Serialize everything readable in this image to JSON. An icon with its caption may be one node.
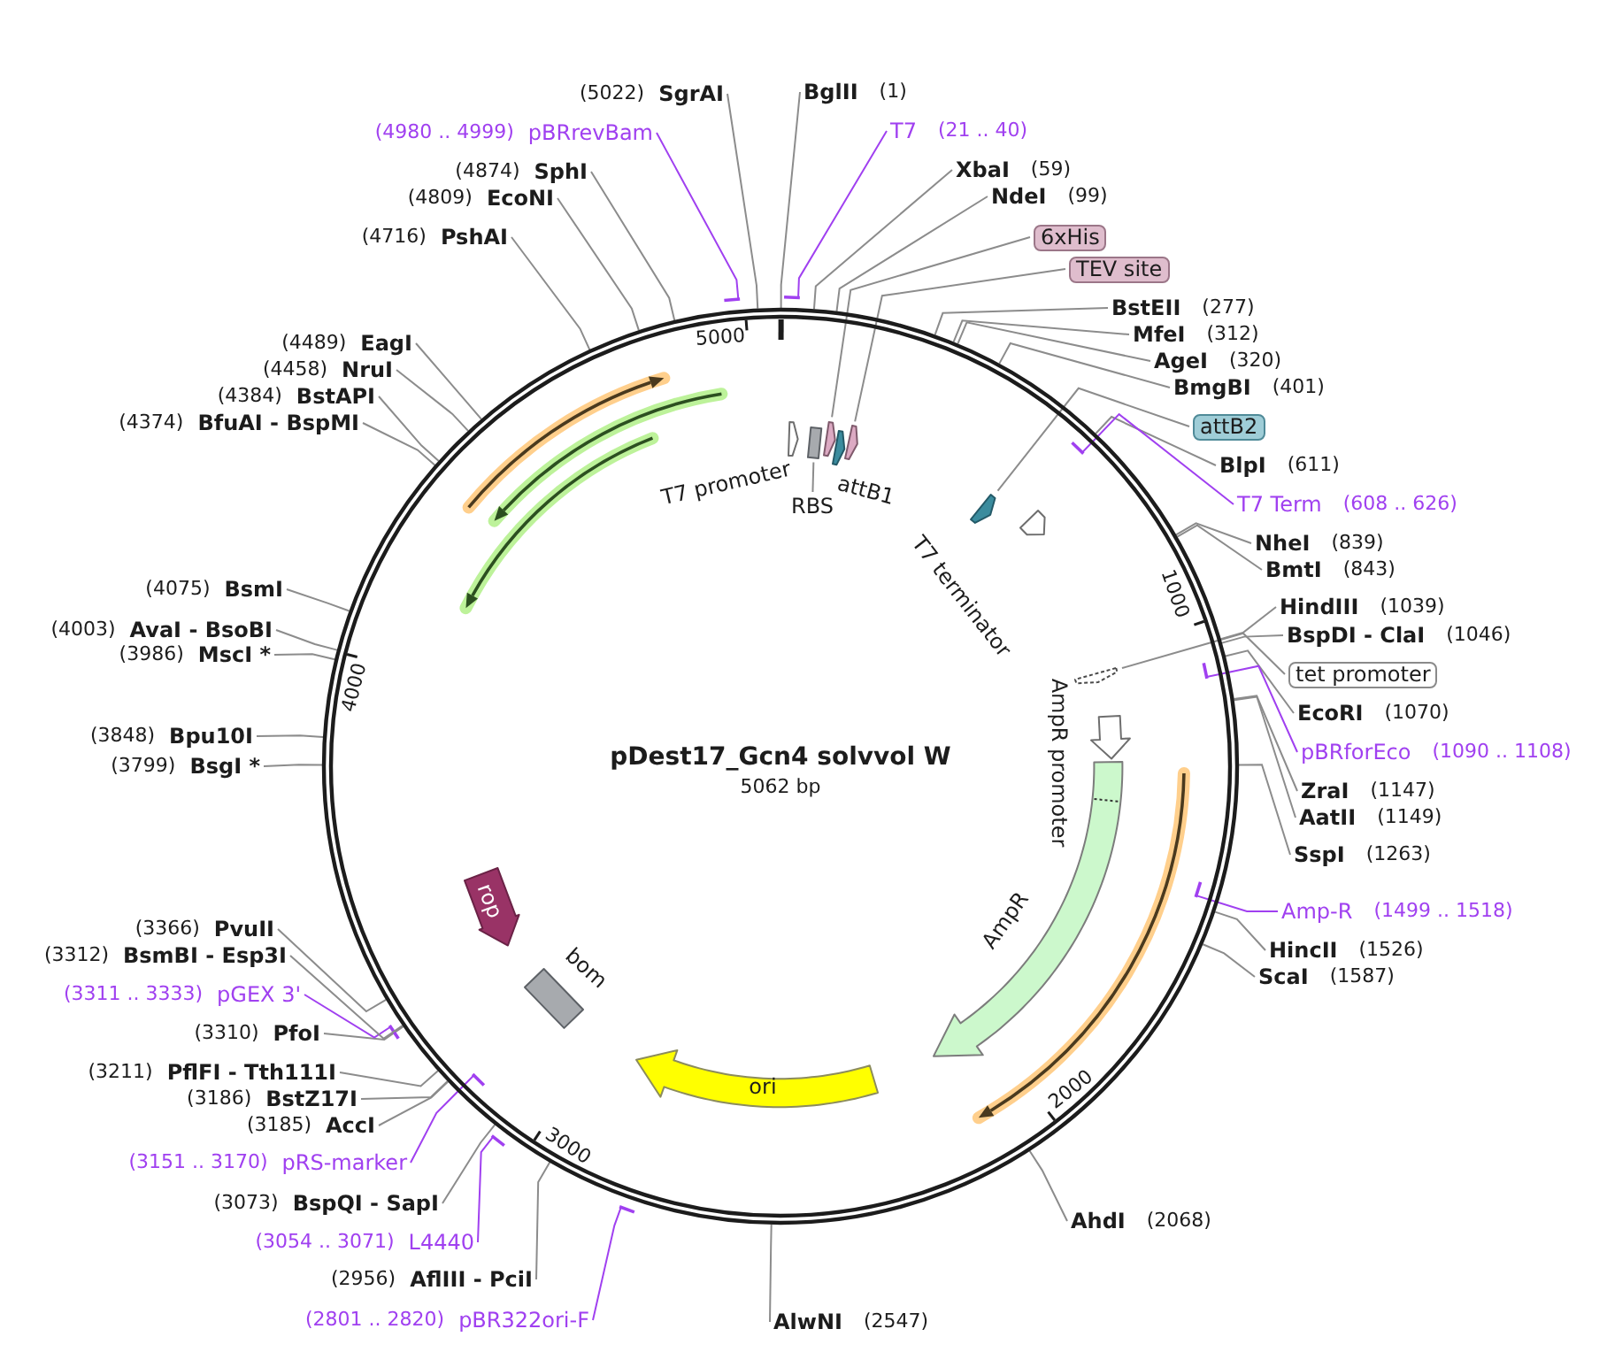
{
  "diagram": {
    "nodes": [
      {
        "text": [
          "pDest17_Gcn4 solvvol W",
          "5062 bp"
        ]
      },
      {
        "text": [
          "T7 promoter"
        ],
        "in": 0
      },
      {
        "text": [],
        "shape": "box",
        "in": 0
      },
      {
        "text": [
          "RBS"
        ],
        "in": 0
      },
      {
        "text": [],
        "shape": "arrow",
        "in": 0
      },
      {
        "text": [
          "attB1"
        ],
        "in": 0
      },
      {
        "text": [],
        "shape": "arrow",
        "in": 0
      },
      {
        "text": [],
        "shape": "arrow",
        "in": 0
      },
      {
        "text": [
          "T7 terminator"
        ],
        "in": 0
      },
      {
        "text": [],
        "shape": "arrow",
        "in": 0
      },
      {
        "text": [
          "AmpR promoter"
        ],
        "in": 0
      },
      {
        "text": [
          "AmpR"
        ],
        "in": 0
      },
      {
        "text": [
          "ori"
        ],
        "in": 0
      },
      {
        "text": [
          "bom"
        ],
        "in": 0
      },
      {
        "text": [
          "rop"
        ],
        "in": 0
      },
      {
        "text": [
          "BglII",
          "(1)"
        ]
      },
      {
        "text": [
          "T7",
          "(21 .. 40)"
        ]
      },
      {
        "text": [
          "XbaI",
          "(59)"
        ]
      },
      {
        "text": [
          "NdeI",
          "(99)"
        ]
      },
      {
        "text": [
          "6xHis"
        ]
      },
      {
        "text": [
          "TEV site"
        ]
      },
      {
        "text": [
          "BstEII",
          "(277)"
        ]
      },
      {
        "text": [
          "MfeI",
          "(312)"
        ]
      },
      {
        "text": [
          "AgeI",
          "(320)"
        ]
      },
      {
        "text": [
          "BmgBI",
          "(401)"
        ]
      },
      {
        "text": [
          "attB2"
        ]
      },
      {
        "text": [
          "BlpI",
          "(611)"
        ]
      },
      {
        "text": [
          "T7 Term",
          "(608 .. 626)"
        ]
      },
      {
        "text": [
          "NheI",
          "(839)"
        ]
      },
      {
        "text": [
          "BmtI",
          "(843)"
        ]
      },
      {
        "text": [
          "HindIII",
          "(1039)"
        ]
      },
      {
        "text": [
          "BspDI - ClaI",
          "(1046)"
        ]
      },
      {
        "text": [
          "tet promoter"
        ]
      },
      {
        "text": [
          "EcoRI",
          "(1070)"
        ]
      },
      {
        "text": [
          "pBRforEco",
          "(1090 .. 1108)"
        ]
      },
      {
        "text": [
          "ZraI",
          "(1147)"
        ]
      },
      {
        "text": [
          "AatII",
          "(1149)"
        ]
      },
      {
        "text": [
          "SspI",
          "(1263)"
        ]
      },
      {
        "text": [
          "Amp-R",
          "(1499 .. 1518)"
        ]
      },
      {
        "text": [
          "HincII",
          "(1526)"
        ]
      },
      {
        "text": [
          "ScaI",
          "(1587)"
        ]
      },
      {
        "text": [
          "AhdI",
          "(2068)"
        ]
      },
      {
        "text": [
          "AlwNI",
          "(2547)"
        ]
      },
      {
        "text": [
          "(2801 .. 2820)",
          "pBR322ori-F"
        ]
      },
      {
        "text": [
          "(2956)",
          "AflIII - PciI"
        ]
      },
      {
        "text": [
          "(3054 .. 3071)",
          "L4440"
        ]
      },
      {
        "text": [
          "(3073)",
          "BspQI - SapI"
        ]
      },
      {
        "text": [
          "(3151 .. 3170)",
          "pRS-marker"
        ]
      },
      {
        "text": [
          "(3185)",
          "AccI"
        ]
      },
      {
        "text": [
          "(3186)",
          "BstZ17I"
        ]
      },
      {
        "text": [
          "(3211)",
          "PflFI - Tth111I"
        ]
      },
      {
        "text": [
          "(3310)",
          "PfoI"
        ]
      },
      {
        "text": [
          "(3311 .. 3333)",
          "pGEX 3'"
        ]
      },
      {
        "text": [
          "(3312)",
          "BsmBI - Esp3I"
        ]
      },
      {
        "text": [
          "(3366)",
          "PvuII"
        ]
      },
      {
        "text": [
          "(3799)",
          "BsgI *"
        ]
      },
      {
        "text": [
          "(3848)",
          "Bpu10I"
        ]
      },
      {
        "text": [
          "(3986)",
          "MscI *"
        ]
      },
      {
        "text": [
          "(4003)",
          "AvaI - BsoBI"
        ]
      },
      {
        "text": [
          "(4075)",
          "BsmI"
        ]
      },
      {
        "text": [
          "(4374)",
          "BfuAI - BspMI"
        ]
      },
      {
        "text": [
          "(4384)",
          "BstAPI"
        ]
      },
      {
        "text": [
          "(4458)",
          "NruI"
        ]
      },
      {
        "text": [
          "(4489)",
          "EagI"
        ]
      },
      {
        "text": [
          "(4716)",
          "PshAI"
        ]
      },
      {
        "text": [
          "(4809)",
          "EcoNI"
        ]
      },
      {
        "text": [
          "(4874)",
          "SphI"
        ]
      },
      {
        "text": [
          "(4980 .. 4999)",
          "pBRrevBam"
        ]
      },
      {
        "text": [
          "(5022)",
          "SgrAI"
        ]
      }
    ],
    "edges": [
      {
        "from": 3,
        "to": 2,
        "arrow": "none"
      },
      {
        "from": 15,
        "to": 0,
        "arrow": "none"
      },
      {
        "from": 16,
        "to": 0,
        "arrow": "other",
        "color": "#a040f0"
      },
      {
        "from": 17,
        "to": 0,
        "arrow": "none"
      },
      {
        "from": 18,
        "to": 0,
        "arrow": "none"
      },
      {
        "from": 19,
        "to": 4,
        "arrow": "none"
      },
      {
        "from": 20,
        "to": 6,
        "arrow": "none"
      },
      {
        "from": 21,
        "to": 0,
        "arrow": "none"
      },
      {
        "from": 22,
        "to": 0,
        "arrow": "none"
      },
      {
        "from": 23,
        "to": 0,
        "arrow": "none"
      },
      {
        "from": 24,
        "to": 0,
        "arrow": "none"
      },
      {
        "from": 25,
        "to": 7,
        "arrow": "none"
      },
      {
        "from": 26,
        "to": 0,
        "arrow": "none"
      },
      {
        "from": 27,
        "to": 0,
        "arrow": "other",
        "color": "#a040f0"
      },
      {
        "from": 28,
        "to": 0,
        "arrow": "none"
      },
      {
        "from": 29,
        "to": 0,
        "arrow": "none"
      },
      {
        "from": 30,
        "to": 0,
        "arrow": "none"
      },
      {
        "from": 31,
        "to": 0,
        "arrow": "none"
      },
      {
        "from": 32,
        "to": 9,
        "arrow": "none"
      },
      {
        "from": 33,
        "to": 0,
        "arrow": "none"
      },
      {
        "from": 34,
        "to": 0,
        "arrow": "other",
        "color": "#a040f0"
      },
      {
        "from": 35,
        "to": 0,
        "arrow": "none"
      },
      {
        "from": 36,
        "to": 0,
        "arrow": "none"
      },
      {
        "from": 37,
        "to": 0,
        "arrow": "none"
      },
      {
        "from": 38,
        "to": 0,
        "arrow": "other",
        "color": "#a040f0"
      },
      {
        "from": 39,
        "to": 0,
        "arrow": "none"
      },
      {
        "from": 40,
        "to": 0,
        "arrow": "none"
      },
      {
        "from": 41,
        "to": 0,
        "arrow": "none"
      },
      {
        "from": 42,
        "to": 0,
        "arrow": "none"
      },
      {
        "from": 43,
        "to": 0,
        "arrow": "other",
        "color": "#a040f0"
      },
      {
        "from": 44,
        "to": 0,
        "arrow": "none"
      },
      {
        "from": 45,
        "to": 0,
        "arrow": "other",
        "color": "#a040f0"
      },
      {
        "from": 46,
        "to": 0,
        "arrow": "none"
      },
      {
        "from": 47,
        "to": 0,
        "arrow": "other",
        "color": "#a040f0"
      },
      {
        "from": 48,
        "to": 0,
        "arrow": "none"
      },
      {
        "from": 49,
        "to": 0,
        "arrow": "none"
      },
      {
        "from": 50,
        "to": 0,
        "arrow": "none"
      },
      {
        "from": 51,
        "to": 0,
        "arrow": "none"
      },
      {
        "from": 52,
        "to": 0,
        "arrow": "other",
        "color": "#a040f0"
      },
      {
        "from": 53,
        "to": 0,
        "arrow": "none"
      },
      {
        "from": 54,
        "to": 0,
        "arrow": "none"
      },
      {
        "from": 55,
        "to": 0,
        "arrow": "none"
      },
      {
        "from": 56,
        "to": 0,
        "arrow": "none"
      },
      {
        "from": 57,
        "to": 0,
        "arrow": "none"
      },
      {
        "from": 58,
        "to": 0,
        "arrow": "none"
      },
      {
        "from": 59,
        "to": 0,
        "arrow": "none"
      },
      {
        "from": 60,
        "to": 0,
        "arrow": "none"
      },
      {
        "from": 61,
        "to": 0,
        "arrow": "none"
      },
      {
        "from": 62,
        "to": 0,
        "arrow": "none"
      },
      {
        "from": 63,
        "to": 0,
        "arrow": "none"
      },
      {
        "from": 64,
        "to": 0,
        "arrow": "none"
      },
      {
        "from": 65,
        "to": 0,
        "arrow": "none"
      },
      {
        "from": 66,
        "to": 0,
        "arrow": "none"
      },
      {
        "from": 67,
        "to": 0,
        "arrow": "other",
        "color": "#a040f0"
      },
      {
        "from": 68,
        "to": 0,
        "arrow": "none"
      }
    ],
    "labels": [
      "1000",
      "2000",
      "3000",
      "4000",
      "5000"
    ]
  }
}
